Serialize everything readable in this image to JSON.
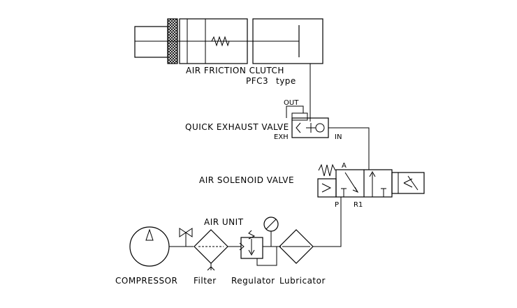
{
  "clutch": {
    "title": "AIR FRICTION CLUTCH",
    "model": "PFC3",
    "model_suffix": "type"
  },
  "quick_exhaust_valve": {
    "label": "QUICK EXHAUST VALVE",
    "port_out": "OUT",
    "port_exh": "EXH",
    "port_in": "IN"
  },
  "solenoid_valve": {
    "label": "AIR SOLENOID VALVE",
    "port_a": "A",
    "port_p": "P",
    "port_r1": "R1"
  },
  "air_unit": {
    "label": "AIR UNIT"
  },
  "components": {
    "compressor": "COMPRESSOR",
    "filter": "Filter",
    "regulator": "Regulator",
    "lubricator": "Lubricator"
  }
}
